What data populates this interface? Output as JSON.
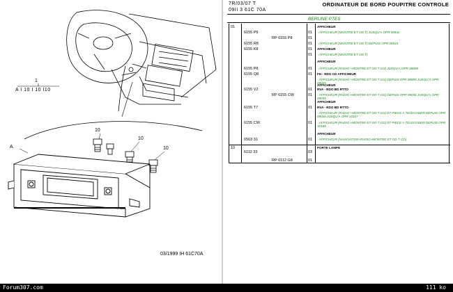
{
  "left_panel": {
    "callout_number": "1",
    "callout_ref": "A I 10 I 10 I10",
    "label_A": "A",
    "label_10a": "10",
    "label_10b": "10",
    "label_10c": "10",
    "bottom_caption": "03/1999   IH 61C70A"
  },
  "right_panel": {
    "ref_top1": "7R/03/07 T",
    "ref_top2": "09II  3 61C 70A",
    "title": "ORDINATEUR DE BORD POUPITRE CONTROLE",
    "subheader": "BERLINE PTES",
    "rows": [
      {
        "sec": "01",
        "part": "",
        "qty": "",
        "desc": "AFFICHEUR",
        "green": false
      },
      {
        "sec": "",
        "part": "6155 P9",
        "qty": "01",
        "desc": "- AFFICHEUR (MONTRE ET OD T) JUSQU'A OPR 08542",
        "green": true
      },
      {
        "sec": "",
        "part": "RP 6155 P8",
        "qty": "01",
        "desc": "",
        "green": false
      },
      {
        "sec": "",
        "part": "6155 R8",
        "qty": "01",
        "desc": "- AFFICHEUR (MONTRE ET OD T) DEPUIS OPR 08543",
        "green": true
      },
      {
        "sec": "",
        "part": "6155 K8",
        "qty": "01",
        "desc": "AFFICHEUR",
        "green": false
      },
      {
        "sec": "",
        "part": "",
        "qty": "01",
        "desc": "- AFFICHEUR (MONTRE ET OD T)",
        "green": true
      },
      {
        "sec": "",
        "part": "",
        "qty": "",
        "desc": "AFFICHEUR",
        "green": false
      },
      {
        "sec": "",
        "part": "6155 P8",
        "qty": "01",
        "desc": "- AFFICHEUR (RADIO +MONTRE ET OD T CD) JUSQU'A OPR 08899",
        "green": true
      },
      {
        "sec": "",
        "part": "6155 Q8",
        "qty": "01",
        "desc": "FH  - RDO CD AFFICHEUR",
        "green": false
      },
      {
        "sec": "",
        "part": "",
        "qty": "",
        "desc": "- AFFICHEUR (RADIO +MONTRE ET OD T CD) DEPUIS OPR 08899 JUSQU'A OPR 09035",
        "green": true
      },
      {
        "sec": "",
        "part": "",
        "qty": "",
        "desc": "AFFICHEUR",
        "green": false
      },
      {
        "sec": "",
        "part": "6155 V2",
        "qty": "01",
        "desc": "RVA - RDO BD RTTO",
        "green": false
      },
      {
        "sec": "",
        "part": "RP 6155 CW",
        "qty": "01",
        "desc": "- AFFICHEUR (RADIO +MONTRE ET OD T CD) DEPUIS OPR 09036 JUSQU'A OPR 09035",
        "green": true
      },
      {
        "sec": "",
        "part": "",
        "qty": "",
        "desc": "AFFICHEUR",
        "green": false
      },
      {
        "sec": "",
        "part": "6155 T7",
        "qty": "01",
        "desc": "RVA - RDO BD RTTO",
        "green": false
      },
      {
        "sec": "",
        "part": "",
        "qty": "",
        "desc": "- AFFICHEUR (RADIO +MONTRE ET OD T CD) ET PIECE A TELECODER DEPUIS OPR 09036 JUSQU'A OPR 10107",
        "green": true
      },
      {
        "sec": "",
        "part": "6155 CW",
        "qty": "01",
        "desc": "- AFFICHEUR (RADIO +MONTRE ET OD T CD) ET PIECE A TELECODER DEPUIS OPR 10108",
        "green": true
      },
      {
        "sec": "",
        "part": "",
        "qty": "",
        "desc": "AFFICHEUR",
        "green": false
      },
      {
        "sec": "",
        "part": "6563 31",
        "qty": "01",
        "desc": "- AFFICHEUR (NAVIGATION+RADIO+MONTRE ET OD T CD)",
        "green": true
      },
      {
        "sec": "10",
        "part": "",
        "qty": "",
        "desc": "PORTE LAMPE",
        "green": false
      },
      {
        "sec": "",
        "part": "6112 33",
        "qty": "03",
        "desc": "",
        "green": false
      },
      {
        "sec": "",
        "part": "RP 6112 G8",
        "qty": "01",
        "desc": "",
        "green": false
      }
    ]
  },
  "footer": {
    "left": "Forum307.com",
    "right": "111 ko"
  }
}
